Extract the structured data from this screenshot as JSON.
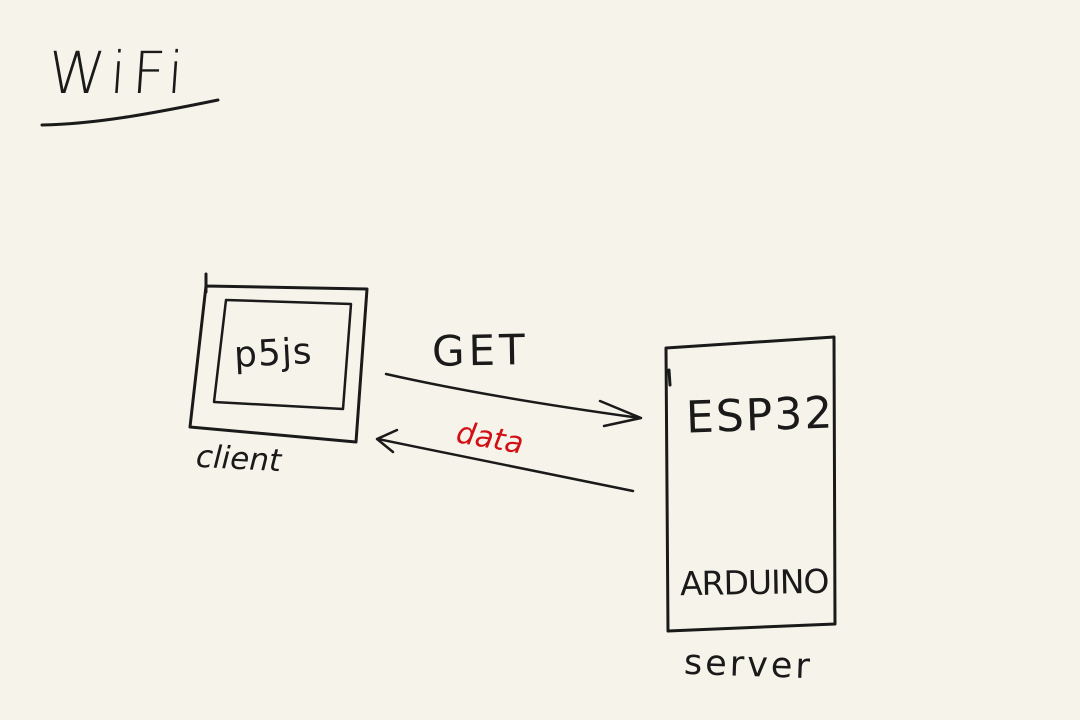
{
  "title": "WiFi",
  "client": {
    "screen_label": "p5js",
    "caption": "client"
  },
  "server": {
    "chip_label": "ESP32",
    "board_label": "ARDUINO",
    "caption": "server"
  },
  "arrows": {
    "request_label": "GET",
    "response_label": "data"
  },
  "colors": {
    "ink": "#1a1a1a",
    "highlight": "#d10f14",
    "paper": "#f6f4ea"
  }
}
